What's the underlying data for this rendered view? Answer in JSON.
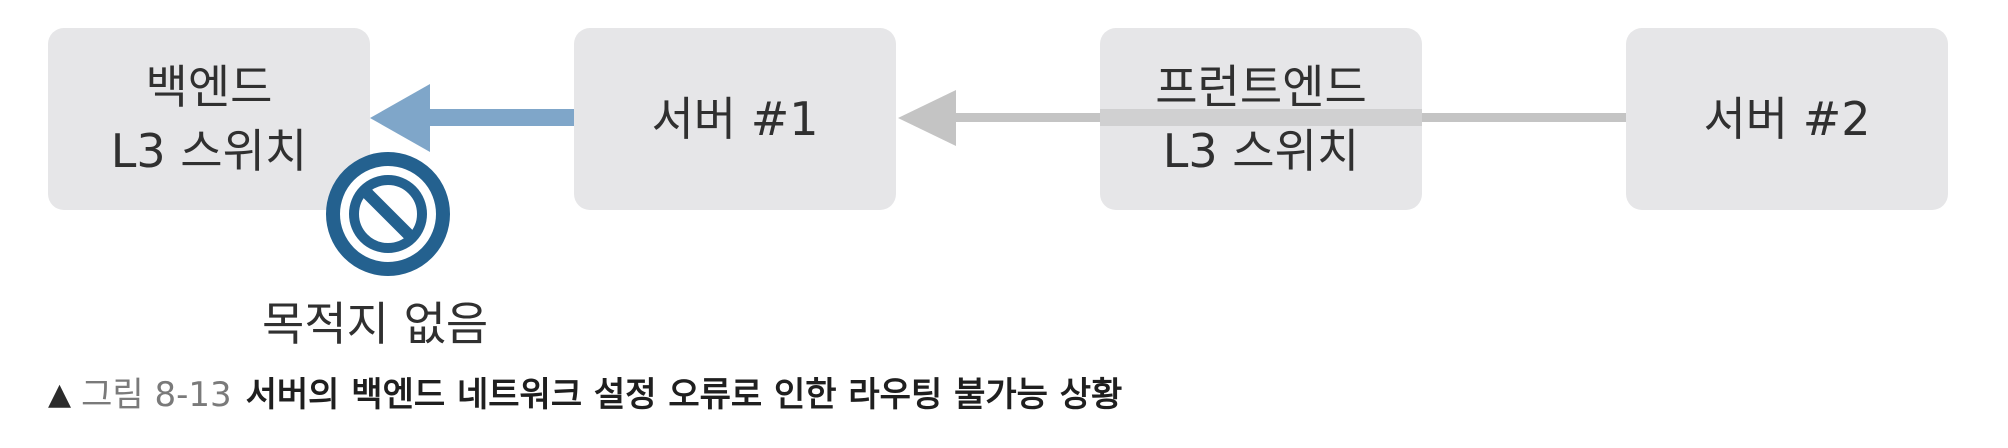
{
  "nodes": {
    "backend_l3": {
      "line1": "백엔드",
      "line2": "L3 스위치"
    },
    "server1": {
      "label": "서버 #1"
    },
    "frontend_l3": {
      "line1": "프런트엔드",
      "line2": "L3 스위치"
    },
    "server2": {
      "label": "서버 #2"
    }
  },
  "no_destination": {
    "label": "목적지 없음",
    "icon": "prohibited-icon"
  },
  "caption": {
    "marker": "▲",
    "figure_number": "그림 8-13",
    "title": "서버의 백엔드 네트워크 설정 오류로 인한 라우팅 불가능 상황"
  },
  "colors": {
    "box_fill": "#e6e6e8",
    "blue_arrow": "#7fa6c9",
    "gray_arrow": "#c4c4c4",
    "prohibited": "#24618f"
  }
}
